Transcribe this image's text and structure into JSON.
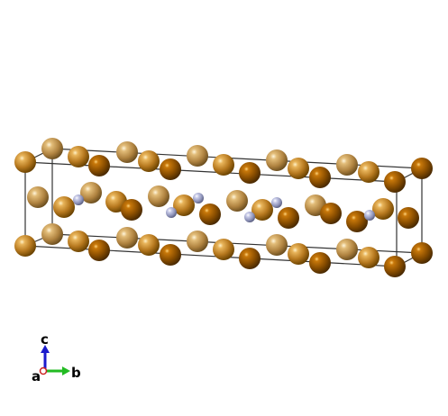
{
  "structure": {
    "atom_colors": {
      "gold": "#c9852a",
      "dark_gold": "#9c5c00",
      "silver": "#9aa0c4"
    }
  },
  "axes": {
    "a_label": "a",
    "b_label": "b",
    "c_label": "c",
    "colors": {
      "a": "#cc2222",
      "b": "#22bb22",
      "c": "#1a1acc"
    }
  }
}
